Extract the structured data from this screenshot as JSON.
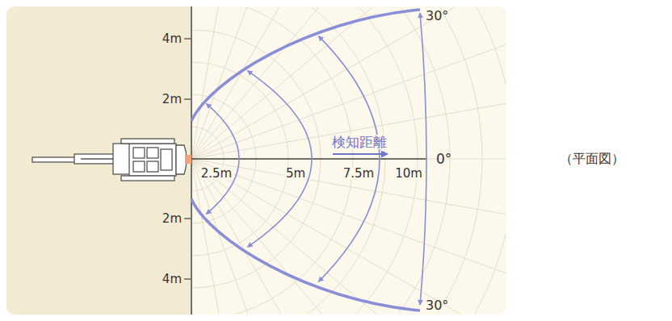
{
  "diagram": {
    "labels": [
      "4m",
      "2m",
      "2m",
      "4m",
      "2.5m",
      "5m",
      "7.5m",
      "10m",
      "検知距離",
      "0°",
      "30°",
      "30°",
      "（平面図）"
    ]
  }
}
